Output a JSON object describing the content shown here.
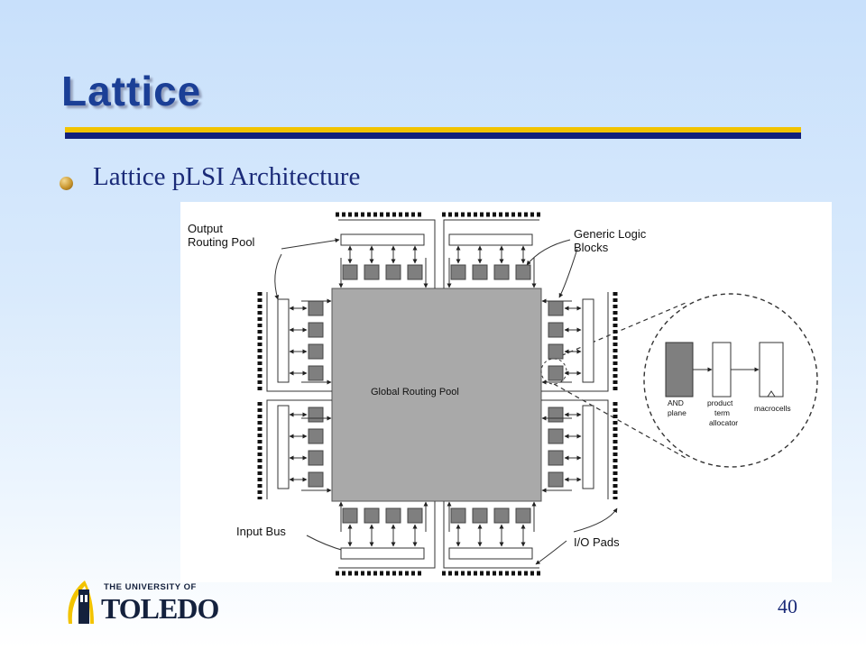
{
  "slide": {
    "title": "Lattice",
    "bullet": "Lattice pLSI Architecture",
    "page_number": "40"
  },
  "diagram": {
    "labels": {
      "output_routing_pool": [
        "Output",
        "Routing Pool"
      ],
      "generic_logic_blocks": [
        "Generic Logic",
        "Blocks"
      ],
      "global_routing_pool": "Global Routing Pool",
      "and_plane": [
        "AND",
        "plane"
      ],
      "product_term_allocator": [
        "product",
        "term",
        "allocator"
      ],
      "macrocells": "macrocells",
      "input_bus": "Input Bus",
      "io_pads": "I/O Pads"
    }
  },
  "logo": {
    "small_text": "THE UNIVERSITY OF",
    "big_text": "TOLEDO"
  },
  "colors": {
    "title": "#1b3f96",
    "rule_gold": "#f2c300",
    "rule_navy": "#12207a",
    "body_text": "#1a2a78",
    "block_fill": "#7f7f7f",
    "global_pool_fill": "#a9a9a9"
  }
}
